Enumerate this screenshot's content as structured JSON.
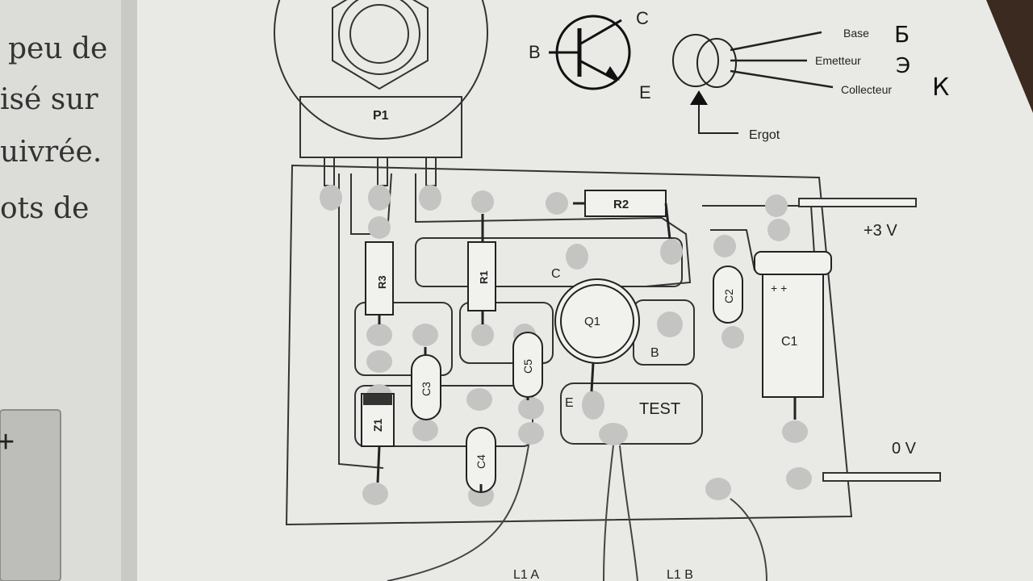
{
  "page_text": {
    "line1": "peu de",
    "line2": "isé sur",
    "line3": "uivrée.",
    "line4": "ots de"
  },
  "pinout": {
    "symbol_B": "B",
    "symbol_C": "C",
    "symbol_E": "E",
    "base": "Base",
    "emitter": "Emetteur",
    "collector": "Collecteur",
    "tab": "Ergot",
    "hand_base": "Б",
    "hand_emitter": "Э",
    "hand_collector": "К"
  },
  "pcb": {
    "pot": "P1",
    "r1": "R1",
    "r2": "R2",
    "r3": "R3",
    "c1": "C1",
    "c2": "C2",
    "c3": "C3",
    "c4": "C4",
    "c5": "C5",
    "q1": "Q1",
    "z1": "Z1",
    "q_c": "C",
    "q_b": "B",
    "q_e": "E",
    "test": "TEST",
    "c1_plus": "+ +",
    "vplus": "+3 V",
    "vzero": "0 V",
    "l1a": "L1 A",
    "l1b": "L1 B"
  },
  "colors": {
    "paper": "#e9e9e6",
    "left_page": "#dcdcd8",
    "background": "#3a2a20",
    "ink": "#222222",
    "pad": "#c4c4c2"
  }
}
